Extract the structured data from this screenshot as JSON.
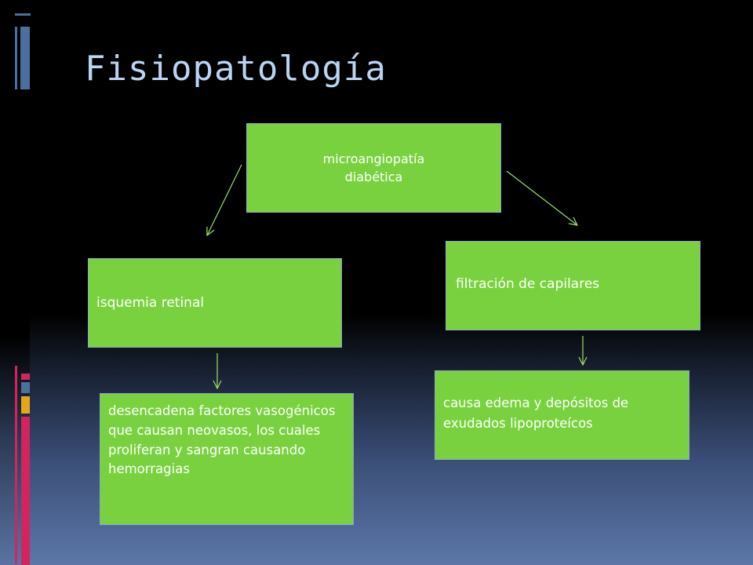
{
  "title": "Fisiopatología",
  "colors": {
    "box_fill": "#7ad13f",
    "title_text": "#b9d4f2",
    "arrow": "#9fe06a",
    "deco_blue": "#4b6f9e",
    "deco_red": "#d3245f",
    "deco_orange": "#e7a51d"
  },
  "nodes": {
    "top": {
      "text": "microangiopatía diabética"
    },
    "left": {
      "text": "isquemia retinal"
    },
    "right": {
      "text": "filtración de capilares"
    },
    "bottom_left": {
      "text": "desencadena factores vasogénicos que causan neovasos, los cuales proliferan y sangran causando hemorragias"
    },
    "bottom_right": {
      "text": "causa edema y depósitos de exudados lipoproteícos"
    }
  },
  "edges": [
    {
      "from": "top",
      "to": "left"
    },
    {
      "from": "top",
      "to": "right"
    },
    {
      "from": "left",
      "to": "bottom_left"
    },
    {
      "from": "right",
      "to": "bottom_right"
    }
  ]
}
